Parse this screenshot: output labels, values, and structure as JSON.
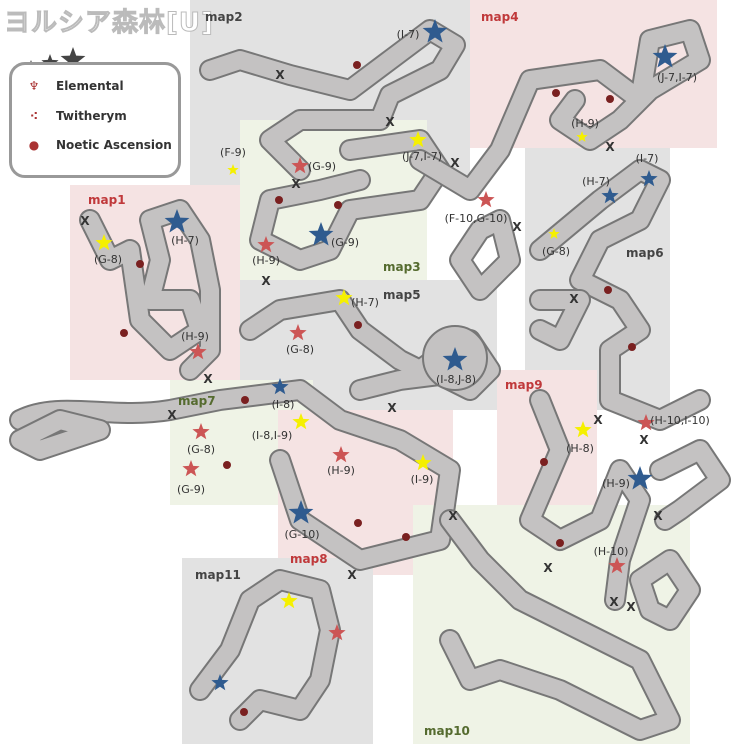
{
  "title": "ヨルシア森林[U]",
  "legend": {
    "items": [
      {
        "label": "Elemental",
        "icon": "elemental-icon"
      },
      {
        "label": "Twitherym",
        "icon": "twitherym-icon"
      },
      {
        "label": "Noetic Ascension",
        "icon": "noetic-ascension-icon"
      }
    ]
  },
  "maps": [
    {
      "name": "map1",
      "color": "#c0393b"
    },
    {
      "name": "map2",
      "color": "#444"
    },
    {
      "name": "map3",
      "color": "#556b2f"
    },
    {
      "name": "map4",
      "color": "#c0393b"
    },
    {
      "name": "map5",
      "color": "#444"
    },
    {
      "name": "map6",
      "color": "#444"
    },
    {
      "name": "map7",
      "color": "#556b2f"
    },
    {
      "name": "map8",
      "color": "#c0393b"
    },
    {
      "name": "map9",
      "color": "#c0393b"
    },
    {
      "name": "map10",
      "color": "#556b2f"
    },
    {
      "name": "map11",
      "color": "#444"
    }
  ],
  "markers": [
    "(I-7)",
    "(F-9)",
    "(G-9)",
    "(J-7,I-7)",
    "(H-7)",
    "(G-8)",
    "(H-9)",
    "(G-9)",
    "(H-9)",
    "(H-7)",
    "(G-8)",
    "(I-8,J-8)",
    "(F-10,G-10)",
    "(H-9)",
    "(I-7)",
    "(H-7)",
    "(J-7,I-7)",
    "(G-8)",
    "(I-8)",
    "(I-8,I-9)",
    "(G-8)",
    "(G-9)",
    "(H-9)",
    "(I-9)",
    "(G-10)",
    "(H-8)",
    "(H-9)",
    "(H-10,I-10)",
    "(H-10)"
  ],
  "colors": {
    "blue": "#2f5b8f",
    "red": "#cc5555",
    "yellow": "#f5f000"
  }
}
